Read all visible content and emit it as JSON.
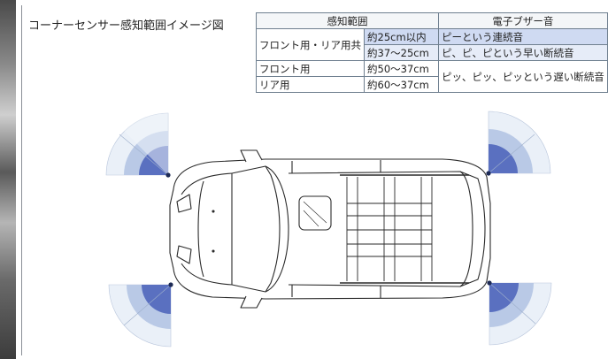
{
  "title": "コーナーセンサー感知範囲イメージ図",
  "table": {
    "headers": [
      "感知範囲",
      "電子ブザー音"
    ],
    "rows": [
      {
        "group": "フロント用・リア用共",
        "range": "約25cm以内",
        "sound": "ピーという連続音"
      },
      {
        "group": "",
        "range": "約37〜25cm",
        "sound": "ピ、ピ、ピという早い断続音"
      },
      {
        "group": "フロント用",
        "range": "約50〜37cm",
        "sound": "ピッ、ピッ、ピッという遅い断続音"
      },
      {
        "group": "リア用",
        "range": "約60〜37cm",
        "sound": ""
      }
    ]
  },
  "colors": {
    "zone_inner": "#4b63b8",
    "zone_middle": "#b9c9e6",
    "zone_outer": "#e9eef7",
    "table_highlight_strong": "#cfdaf2",
    "table_highlight_light": "#e6ecf8",
    "car_line": "#2a2a2a"
  }
}
